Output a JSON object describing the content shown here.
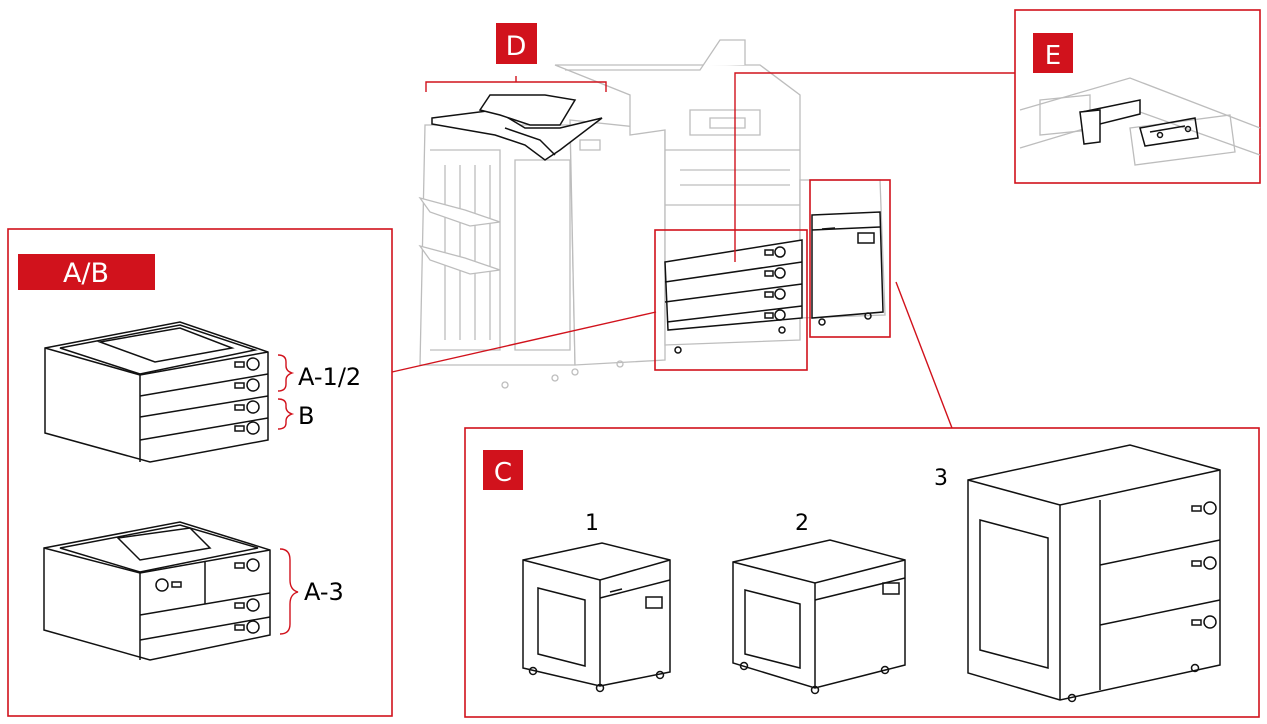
{
  "callouts": {
    "ab": {
      "tag": "A/B",
      "items": [
        "A-1/2",
        "B",
        "A-3"
      ]
    },
    "c": {
      "tag": "C",
      "items": [
        "1",
        "2",
        "3"
      ]
    },
    "d": {
      "tag": "D"
    },
    "e": {
      "tag": "E"
    }
  },
  "colors": {
    "accent": "#d1121c",
    "device_gray": "#bdbdbd",
    "line": "#111111"
  }
}
